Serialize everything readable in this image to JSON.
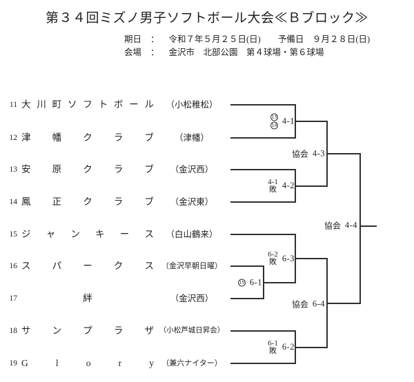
{
  "title": "第３４回ミズノ男子ソフトボール大会≪Ｂブロック≫",
  "info": [
    {
      "label": "期日",
      "sep": "：",
      "value": "令和７年５月２５日(日)　　予備日　９月２８日(日)"
    },
    {
      "label": "会場",
      "sep": "：",
      "value": "金沢市　北部公園　第４球場・第６球場"
    }
  ],
  "teams": [
    {
      "no": "11",
      "name": "大川町ソフトボール",
      "affiliation": "（小松稚松）"
    },
    {
      "no": "12",
      "name": "津幡クラブ",
      "affiliation": "（津幡）"
    },
    {
      "no": "13",
      "name": "安原クラブ",
      "affiliation": "（金沢西）"
    },
    {
      "no": "14",
      "name": "鳳正クラブ",
      "affiliation": "（金沢東）"
    },
    {
      "no": "15",
      "name": "ジャンキース",
      "affiliation": "（白山鶴来）"
    },
    {
      "no": "16",
      "name": "スパークス",
      "affiliation": "（金沢早朝日曜）"
    },
    {
      "no": "17",
      "name": "絆",
      "affiliation": "（金沢西）"
    },
    {
      "no": "18",
      "name": "サンプラザ",
      "affiliation": "（小松芦城日昇会）"
    },
    {
      "no": "19",
      "name": "Glory",
      "affiliation": "（兼六ナイター）"
    }
  ],
  "games": [
    {
      "id": "4-1",
      "umpire_type": "teams",
      "umpire_circles": [
        "13",
        "14"
      ]
    },
    {
      "id": "4-2",
      "umpire_type": "loser",
      "umpire_lines": [
        "4-1",
        "敗"
      ]
    },
    {
      "id": "6-1",
      "umpire_type": "teams",
      "umpire_circles": [
        "15"
      ]
    },
    {
      "id": "6-3",
      "umpire_type": "loser",
      "umpire_lines": [
        "6-2",
        "敗"
      ]
    },
    {
      "id": "6-2",
      "umpire_type": "loser",
      "umpire_lines": [
        "6-1",
        "敗"
      ]
    },
    {
      "id": "4-3",
      "umpire_type": "assoc",
      "umpire_text": "協会"
    },
    {
      "id": "6-4",
      "umpire_type": "assoc",
      "umpire_text": "協会"
    },
    {
      "id": "4-4",
      "umpire_type": "assoc",
      "umpire_text": "協会"
    }
  ]
}
